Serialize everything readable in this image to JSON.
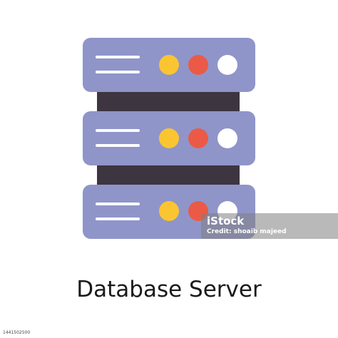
{
  "caption": "Database Server",
  "watermark": {
    "brand": "iStock",
    "credit": "Credit: shoaib majeed"
  },
  "stock_id": "1441502500",
  "colors": {
    "panel": "#8f95c9",
    "connector": "#3d3540",
    "line": "#ffffff",
    "led_yellow": "#fbc531",
    "led_red": "#eb5a46",
    "led_white": "#ffffff"
  },
  "icons": [
    "database-server-icon",
    "yellow-indicator-light",
    "red-indicator-light",
    "white-indicator-light"
  ]
}
